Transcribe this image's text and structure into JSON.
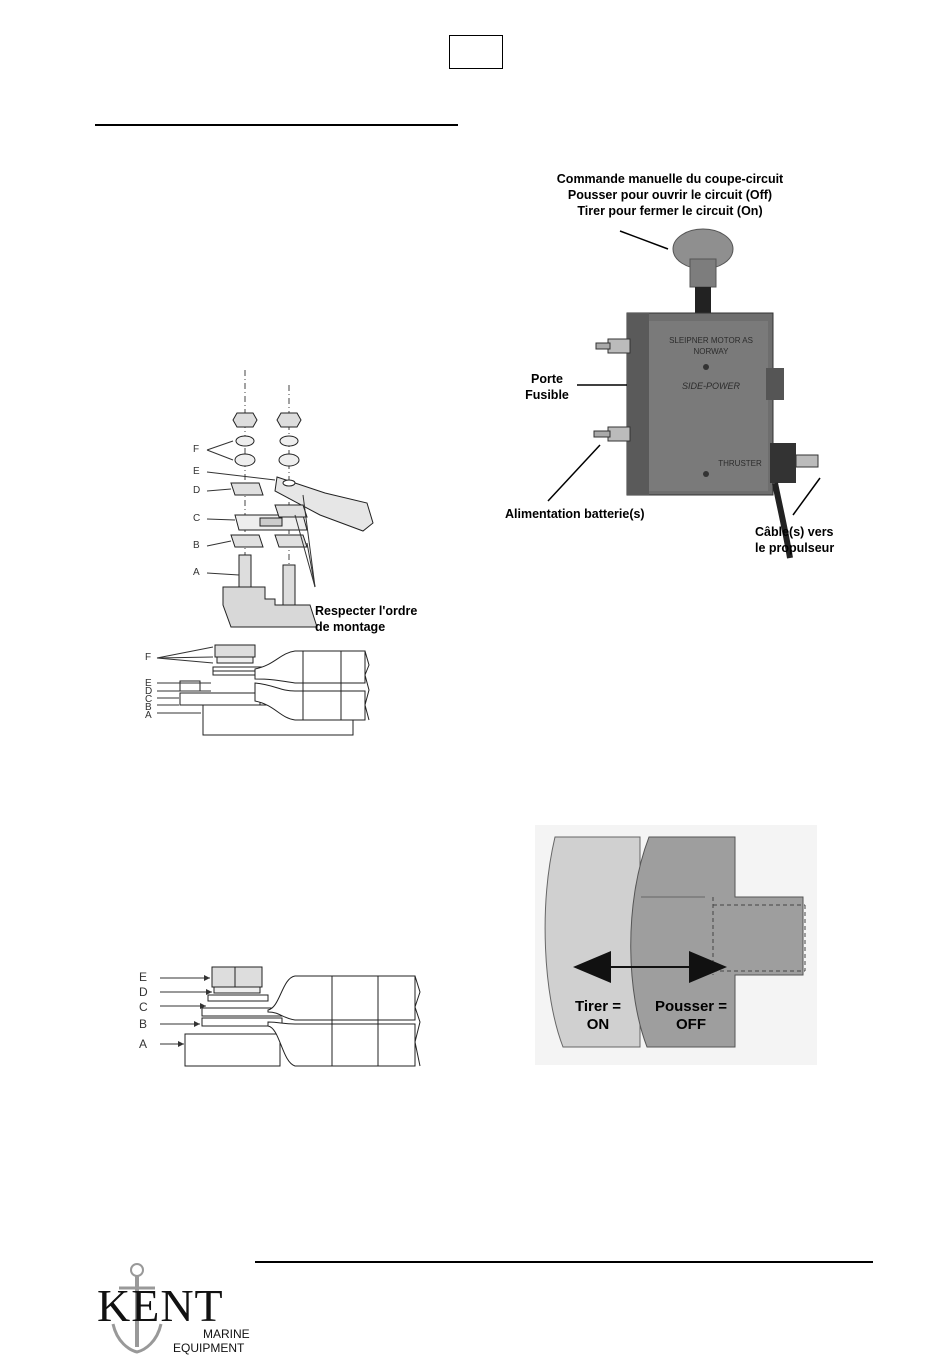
{
  "figure1": {
    "letters": [
      "F",
      "E",
      "D",
      "C",
      "B",
      "A"
    ],
    "note_line1": "Respecter l'ordre",
    "note_line2": "de montage",
    "side_letters": [
      "F",
      "E",
      "D",
      "C",
      "B",
      "A"
    ]
  },
  "figure2": {
    "title_line1": "Commande manuelle du coupe-circuit",
    "title_line2": "Pousser pour ouvrir le circuit (Off)",
    "title_line3": "Tirer pour fermer le circuit (On)",
    "porte_line1": "Porte",
    "porte_line2": "Fusible",
    "alim": "Alimentation batterie(s)",
    "cable_line1": "Câble(s) vers",
    "cable_line2": "le propulseur",
    "plate_text1": "SLEIPNER MOTOR AS",
    "plate_text2": "NORWAY",
    "plate_text3": "SIDE-POWER",
    "plate_text4": "THRUSTER"
  },
  "figure3": {
    "letters": [
      "E",
      "D",
      "C",
      "B",
      "A"
    ]
  },
  "figure4": {
    "tirer_line1": "Tirer =",
    "tirer_line2": "ON",
    "pousser_line1": "Pousser =",
    "pousser_line2": "OFF"
  },
  "footer": {
    "logo_main": "KENT",
    "logo_sub1": "MARINE",
    "logo_sub2": "EQUIPMENT"
  }
}
